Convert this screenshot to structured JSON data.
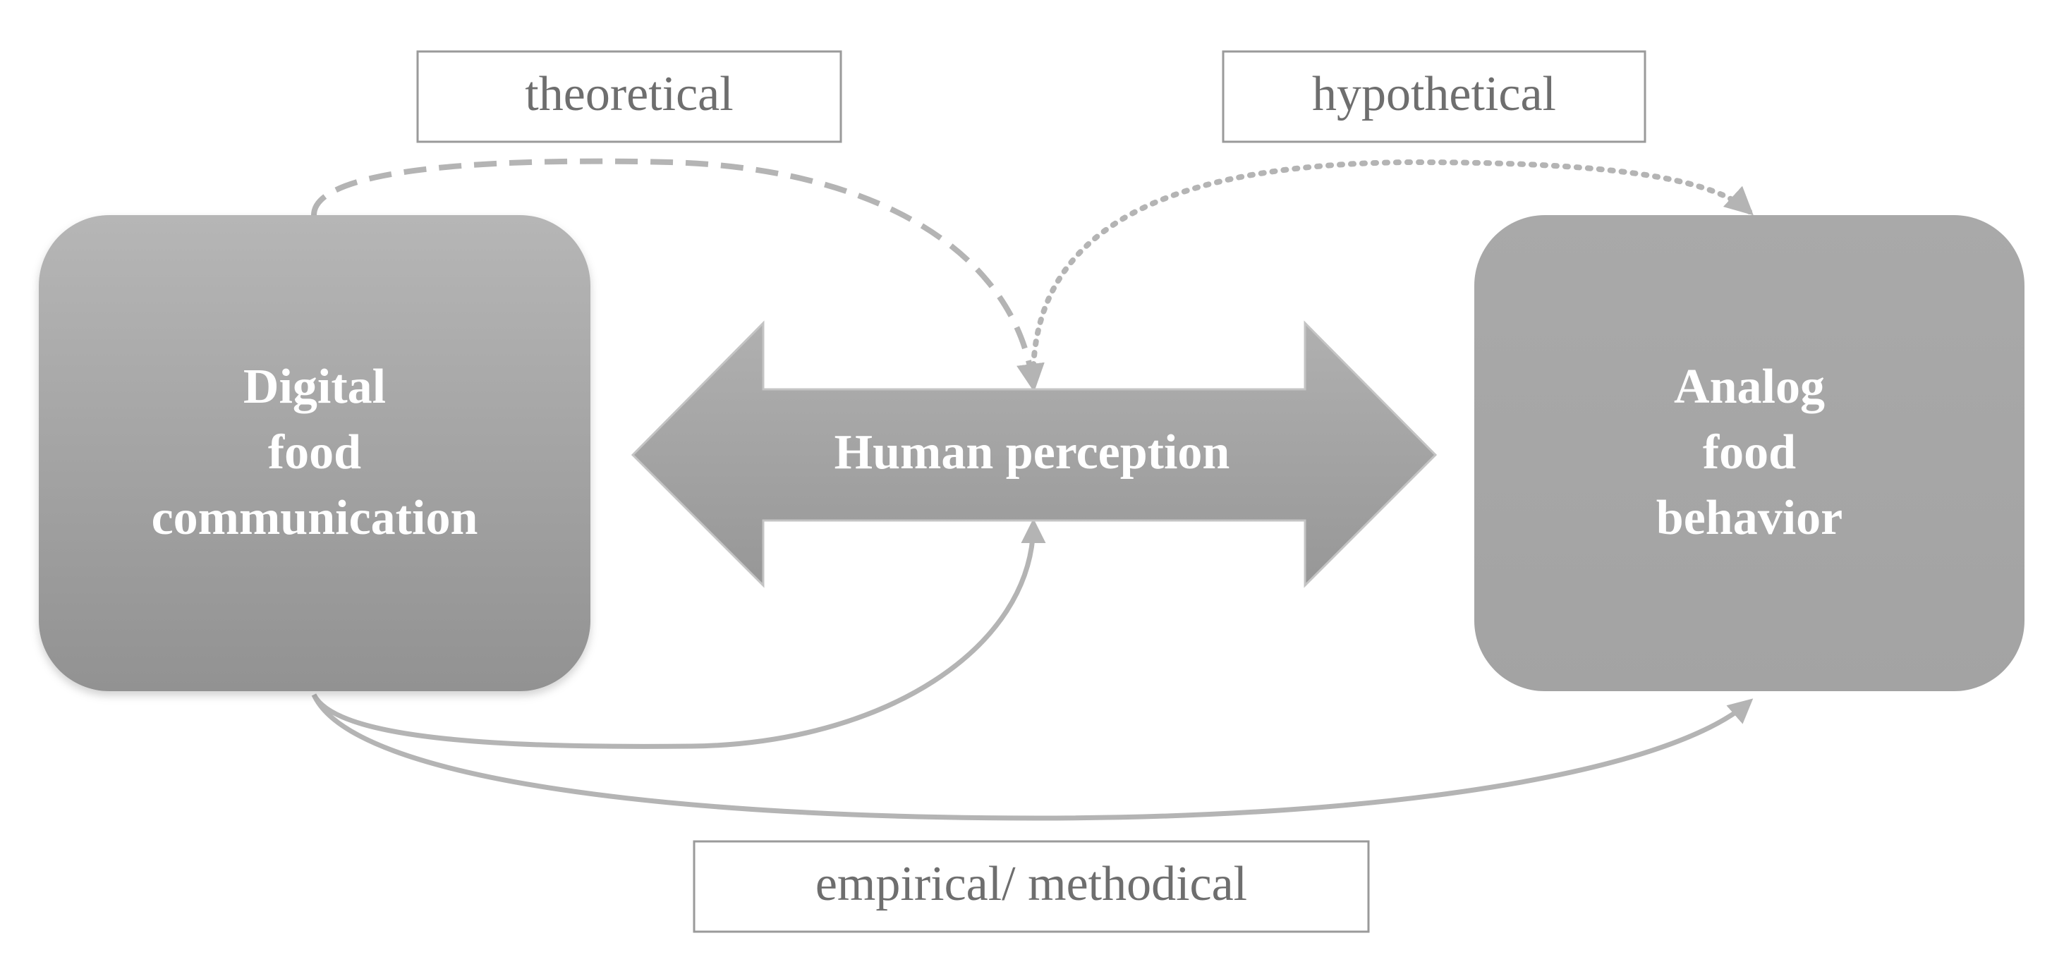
{
  "nodes": {
    "left": {
      "lines": [
        "Digital",
        "food",
        "communication"
      ]
    },
    "center": {
      "label": "Human perception"
    },
    "right": {
      "lines": [
        "Analog",
        "food",
        "behavior"
      ]
    }
  },
  "labels": {
    "theoretical": "theoretical",
    "hypothetical": "hypothetical",
    "empirical": "empirical/ methodical"
  },
  "colors": {
    "node_fill_top": "#b3b3b3",
    "node_fill_bottom": "#959595",
    "right_node_fill": "#a6a6a6",
    "connector": "#b4b4b4",
    "label_border": "#9a9a9a",
    "label_text": "#6e6e6e",
    "node_text": "#ffffff"
  }
}
